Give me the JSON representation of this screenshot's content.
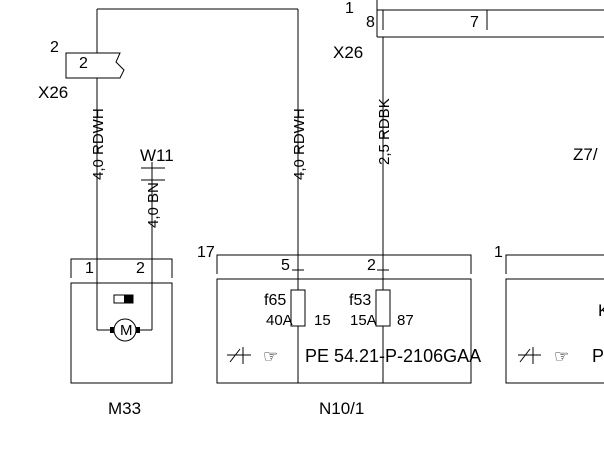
{
  "connector_x26_left": {
    "label": "X26",
    "pin_outer": "2",
    "pin_inner": "2"
  },
  "connector_x26_top": {
    "label": "X26",
    "pin_outer": "1",
    "pin_8": "8",
    "pin_7": "7"
  },
  "wires": {
    "w1": "4,0 RDWH",
    "w2": "4,0 RDWH",
    "w3": "2,5 RDBK",
    "w4": "4,0 BN"
  },
  "ground_label": "W11",
  "partial_label": "Z7/",
  "motor": {
    "name": "M33",
    "pin1": "1",
    "pin2": "2",
    "symbol": "M"
  },
  "module_n10": {
    "name": "N10/1",
    "corner_pin": "17",
    "pin5": "5",
    "pin2": "2",
    "fuse1_name": "f65",
    "fuse1_rating": "40A",
    "fuse1_number": "15",
    "fuse2_name": "f53",
    "fuse2_rating": "15A",
    "fuse2_number": "87",
    "reference": "PE 54.21-P-2106GAA"
  },
  "module_right": {
    "corner_pin": "1",
    "partial_letter": "K",
    "partial_reference": "P"
  },
  "icons": [
    "ground-symbol-icon",
    "pointing-hand-icon",
    "motor-icon",
    "switch-icon"
  ]
}
